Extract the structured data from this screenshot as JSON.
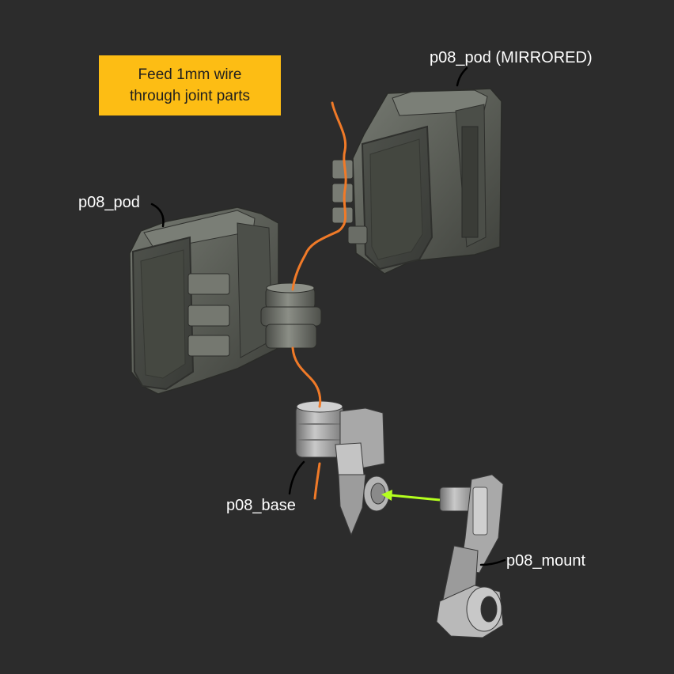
{
  "instruction_note": {
    "line1": "Feed 1mm wire",
    "line2": "through joint parts"
  },
  "labels": {
    "pod_mirrored": "p08_pod (MIRRORED)",
    "pod": "p08_pod",
    "base": "p08_base",
    "mount": "p08_mount"
  },
  "colors": {
    "background": "#2c2c2c",
    "note_background": "#fdbd14",
    "wire": "#f07a28",
    "assembly_arrow": "#b4ff1e",
    "pod_material": "#5c5f58",
    "base_material": "#9a9a9a",
    "leader_line": "#000000",
    "label_text": "#ffffff"
  }
}
